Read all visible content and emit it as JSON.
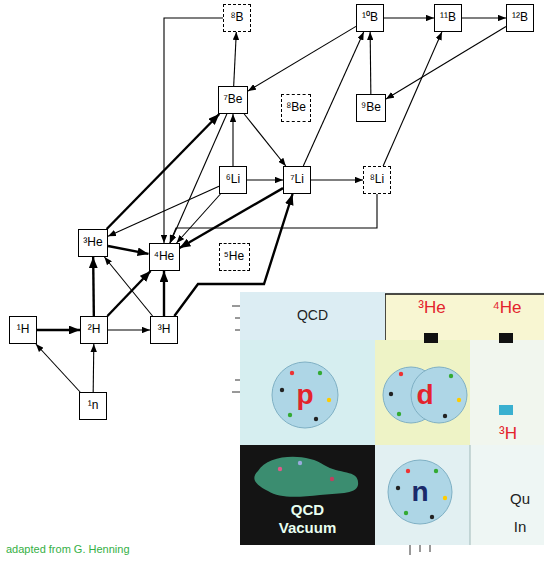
{
  "diagram": {
    "caption": "adapted from G. Henning",
    "nodes": [
      {
        "text": [
          "⁸B"
        ]
      },
      {
        "text": [
          "¹⁰B"
        ]
      },
      {
        "text": [
          "¹¹B"
        ]
      },
      {
        "text": [
          "¹²B"
        ]
      },
      {
        "text": [
          "⁷Be"
        ]
      },
      {
        "text": [
          "⁸Be"
        ]
      },
      {
        "text": [
          "⁹Be"
        ]
      },
      {
        "text": [
          "⁶Li"
        ]
      },
      {
        "text": [
          "⁷Li"
        ]
      },
      {
        "text": [
          "⁸Li"
        ]
      },
      {
        "text": [
          "³He"
        ]
      },
      {
        "text": [
          "⁴He"
        ]
      },
      {
        "text": [
          "⁵He"
        ]
      },
      {
        "text": [
          "¹H"
        ]
      },
      {
        "text": [
          "²H"
        ]
      },
      {
        "text": [
          "³H"
        ]
      },
      {
        "text": [
          "¹n"
        ]
      },
      {
        "text": [
          "QCD"
        ]
      },
      {
        "text": [
          "p"
        ]
      },
      {
        "text": [
          "d"
        ]
      },
      {
        "text": [
          "n"
        ]
      },
      {
        "text": [
          "QCD Vacuum"
        ]
      }
    ],
    "edges": [
      {
        "from": 16,
        "to": 13,
        "arrow": "to"
      },
      {
        "from": 16,
        "to": 14,
        "arrow": "to"
      },
      {
        "from": 13,
        "to": 14,
        "arrow": "to"
      },
      {
        "from": 14,
        "to": 10,
        "arrow": "to"
      },
      {
        "from": 14,
        "to": 15,
        "arrow": "to"
      },
      {
        "from": 14,
        "to": 11,
        "arrow": "to"
      },
      {
        "from": 15,
        "to": 10,
        "arrow": "to"
      },
      {
        "from": 10,
        "to": 11,
        "arrow": "to"
      },
      {
        "from": 15,
        "to": 11,
        "arrow": "to"
      },
      {
        "from": 10,
        "to": 4,
        "arrow": "to"
      },
      {
        "from": 15,
        "to": 8,
        "arrow": "to"
      },
      {
        "from": 4,
        "to": 8,
        "arrow": "to"
      },
      {
        "from": 4,
        "to": 0,
        "arrow": "to"
      },
      {
        "from": 0,
        "to": 11,
        "arrow": "to"
      },
      {
        "from": 4,
        "to": 11,
        "arrow": "to"
      },
      {
        "from": 7,
        "to": 10,
        "arrow": "to"
      },
      {
        "from": 7,
        "to": 11,
        "arrow": "to"
      },
      {
        "from": 7,
        "to": 4,
        "arrow": "to"
      },
      {
        "from": 7,
        "to": 8,
        "arrow": "to"
      },
      {
        "from": 8,
        "to": 11,
        "arrow": "to"
      },
      {
        "from": 8,
        "to": 9,
        "arrow": "to"
      },
      {
        "from": 9,
        "to": 11,
        "arrow": "to"
      },
      {
        "from": 1,
        "to": 4,
        "arrow": "to"
      },
      {
        "from": 8,
        "to": 1,
        "arrow": "to"
      },
      {
        "from": 6,
        "to": 1,
        "arrow": "to"
      },
      {
        "from": 9,
        "to": 2,
        "arrow": "to"
      },
      {
        "from": 1,
        "to": 2,
        "arrow": "to"
      },
      {
        "from": 2,
        "to": 3,
        "arrow": "to"
      },
      {
        "from": 3,
        "to": 6,
        "arrow": "to"
      }
    ],
    "labels": [
      "³He",
      "⁴He",
      "³H",
      "Qu",
      "In"
    ]
  }
}
